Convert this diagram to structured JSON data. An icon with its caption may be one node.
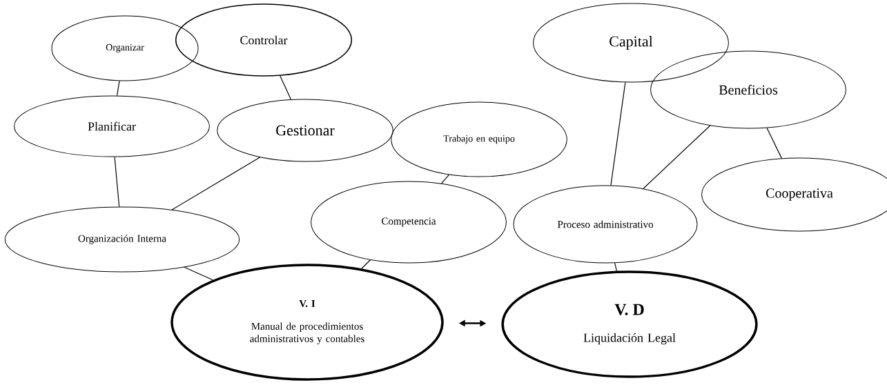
{
  "diagram": {
    "nodes": [
      {
        "text": [
          "Organizar"
        ]
      },
      {
        "text": [
          "Controlar"
        ]
      },
      {
        "text": [
          "Capital"
        ]
      },
      {
        "text": [
          "Beneficios"
        ]
      },
      {
        "text": [
          "Planificar"
        ]
      },
      {
        "text": [
          "Gestionar"
        ]
      },
      {
        "text": [
          "Trabajo en equipo"
        ]
      },
      {
        "text": [
          "Competencia"
        ]
      },
      {
        "text": [
          "Proceso administrativo"
        ]
      },
      {
        "text": [
          "Cooperativa"
        ]
      },
      {
        "text": [
          "Organización Interna"
        ]
      },
      {
        "text": [
          "V. I",
          "Manual de procedimientos administrativos y contables"
        ]
      },
      {
        "text": [
          "V. D",
          "Liquidación Legal"
        ]
      }
    ],
    "edges": [
      {
        "from": 0,
        "to": 4,
        "arrow": "none"
      },
      {
        "from": 1,
        "to": 5,
        "arrow": "none"
      },
      {
        "from": 4,
        "to": 10,
        "arrow": "none"
      },
      {
        "from": 5,
        "to": 10,
        "arrow": "none"
      },
      {
        "from": 10,
        "to": 11,
        "arrow": "none"
      },
      {
        "from": 6,
        "to": 7,
        "arrow": "none"
      },
      {
        "from": 7,
        "to": 11,
        "arrow": "none"
      },
      {
        "from": 2,
        "to": 8,
        "arrow": "none"
      },
      {
        "from": 3,
        "to": 8,
        "arrow": "none"
      },
      {
        "from": 3,
        "to": 9,
        "arrow": "none"
      },
      {
        "from": 8,
        "to": 12,
        "arrow": "none"
      },
      {
        "from": 11,
        "to": 12,
        "arrow": "both"
      }
    ]
  }
}
